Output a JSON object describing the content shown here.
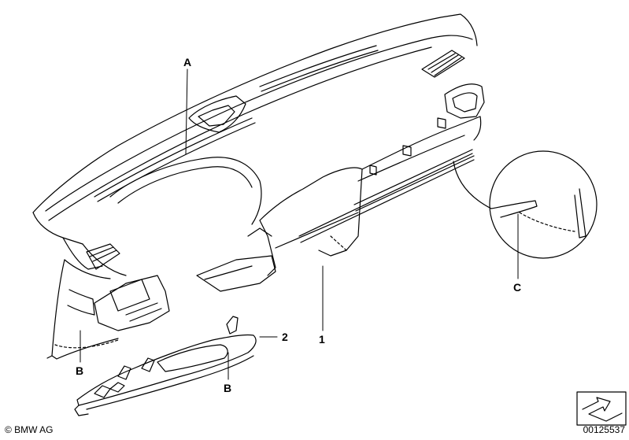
{
  "callouts": {
    "part_1": "1",
    "part_2": "2",
    "label_a": "A",
    "label_b_left": "B",
    "label_b_lower": "B",
    "label_c": "C"
  },
  "footer": {
    "copyright": "© BMW AG",
    "diagram_id": "00125537"
  },
  "colors": {
    "line": "#000000",
    "background": "#ffffff"
  }
}
